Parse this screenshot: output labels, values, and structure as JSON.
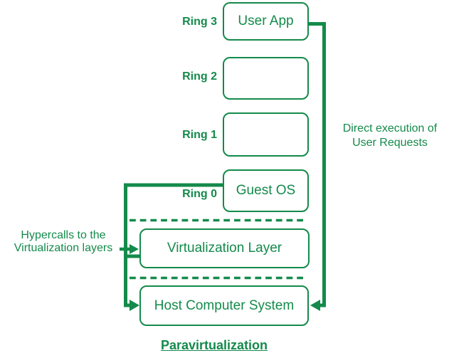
{
  "title": "Paravirtualization",
  "colors": {
    "accent": "#148a4b",
    "background": "#ffffff"
  },
  "rings": [
    {
      "label": "Ring 3",
      "box_text": "User App"
    },
    {
      "label": "Ring 2",
      "box_text": ""
    },
    {
      "label": "Ring 1",
      "box_text": ""
    },
    {
      "label": "Ring 0",
      "box_text": "Guest OS"
    }
  ],
  "layers": [
    {
      "box_text": "Virtualization Layer"
    },
    {
      "box_text": "Host Computer System"
    }
  ],
  "annotations": {
    "direct_execution": {
      "line1": "Direct execution of",
      "line2": "User Requests"
    },
    "hypercalls": {
      "line1": "Hypercalls to the",
      "line2": "Virtualization layers"
    }
  }
}
